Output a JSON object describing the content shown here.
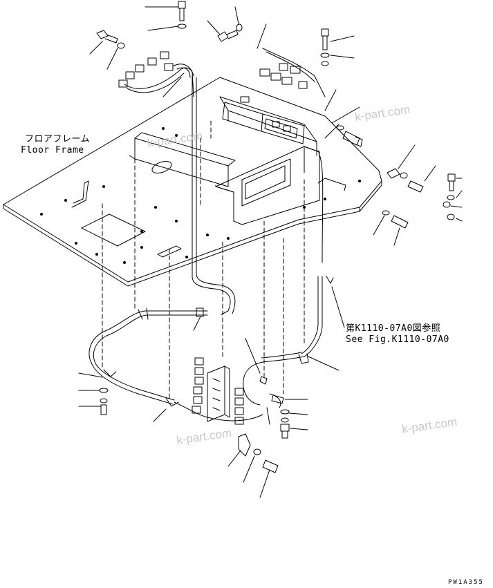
{
  "labels": {
    "floor_frame_jp": "フロアフレーム",
    "floor_frame_en": "Floor Frame",
    "see_fig_jp": "第K1110-07A0図参照",
    "see_fig_en": "See Fig.K1110-07A0"
  },
  "watermarks": [
    "k-part.com",
    "k-part.com",
    "k-part.com",
    "k-part.com"
  ],
  "drawing_code": "PW1A355"
}
